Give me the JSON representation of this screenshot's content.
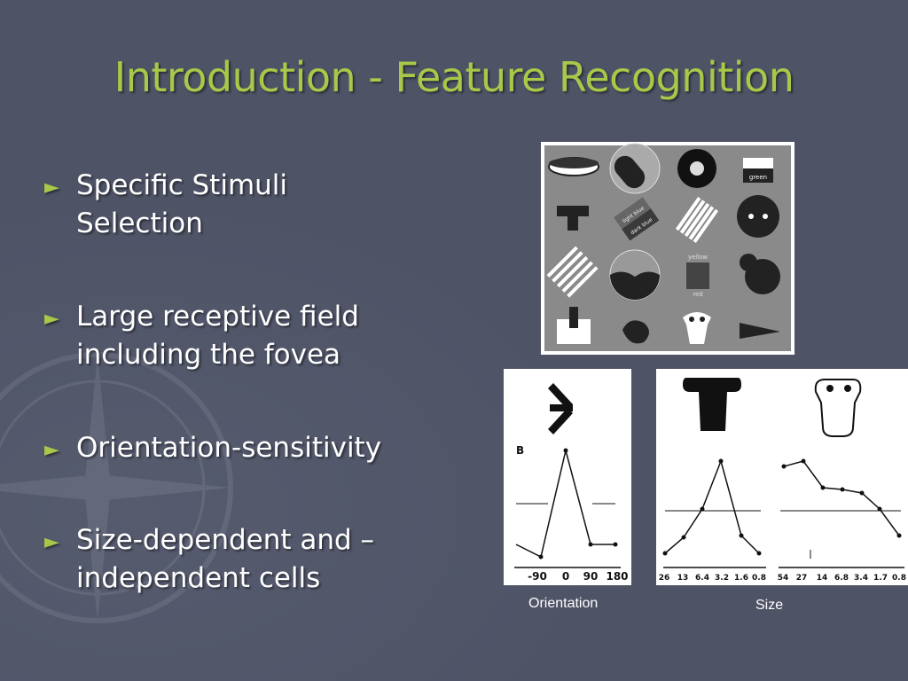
{
  "slide": {
    "title": "Introduction -  Feature Recognition",
    "bullets": [
      {
        "line1": "Specific Stimuli",
        "line2": "Selection"
      },
      {
        "line1": "Large receptive field",
        "line2": "including the fovea"
      },
      {
        "line1": "Orientation-sensitivity",
        "line2": ""
      },
      {
        "line1": "Size-dependent and –",
        "line2": "independent cells"
      }
    ],
    "bullet_marker": "►"
  },
  "stimuli_figure": {
    "labels": {
      "green": "green",
      "light_blue": "light blue",
      "dark_blue": "dark blue",
      "yellow": "yellow",
      "red": "red"
    }
  },
  "orientation_figure": {
    "panel_label": "B",
    "tick_labels": [
      "-90",
      "0",
      "90",
      "180"
    ],
    "caption": "Orientation"
  },
  "size_figure": {
    "left_ticks": [
      "26",
      "13",
      "6.4",
      "3.2",
      "1.6",
      "0.8"
    ],
    "right_ticks": [
      "54",
      "27",
      "14",
      "6.8",
      "3.4",
      "1.7",
      "0.8"
    ],
    "caption": "Size"
  },
  "colors": {
    "background": "#4e5366",
    "title": "#a8c84a",
    "text": "#ffffff"
  }
}
